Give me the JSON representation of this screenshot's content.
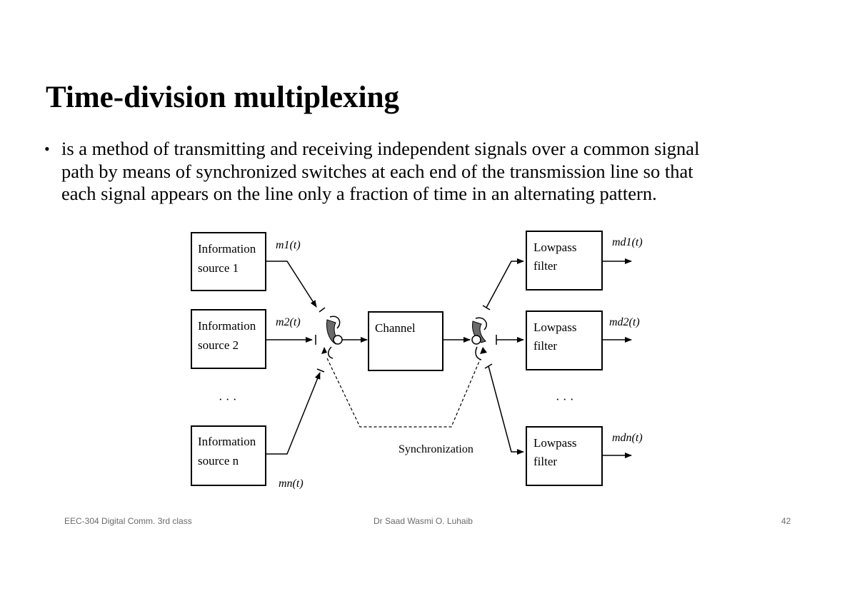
{
  "slide": {
    "title": "Time-division multiplexing",
    "bullet_lines": [
      "is a method of transmitting and receiving independent signals over a common signal",
      "path by means of synchronized switches at each end of the transmission line so that",
      "each signal appears on the line only a fraction of time in an alternating pattern."
    ]
  },
  "diagram": {
    "sources": [
      {
        "line1": "Information",
        "line2": "source 1",
        "signal": "m1(t)"
      },
      {
        "line1": "Information",
        "line2": "source 2",
        "signal": "m2(t)"
      },
      {
        "line1": "Information",
        "line2": "source n",
        "signal": "mn(t)"
      }
    ],
    "ellipsis": "· · ·",
    "channel": "Channel",
    "filters": [
      {
        "line1": "Lowpass",
        "line2": "filter",
        "signal": "md1(t)"
      },
      {
        "line1": "Lowpass",
        "line2": "filter",
        "signal": "md2(t)"
      },
      {
        "line1": "Lowpass",
        "line2": "filter",
        "signal": "mdn(t)"
      }
    ],
    "sync_label": "Synchronization"
  },
  "footer": {
    "left": "EEC-304 Digital Comm. 3rd class",
    "center": "Dr Saad Wasmi O. Luhaib",
    "page": "42"
  }
}
